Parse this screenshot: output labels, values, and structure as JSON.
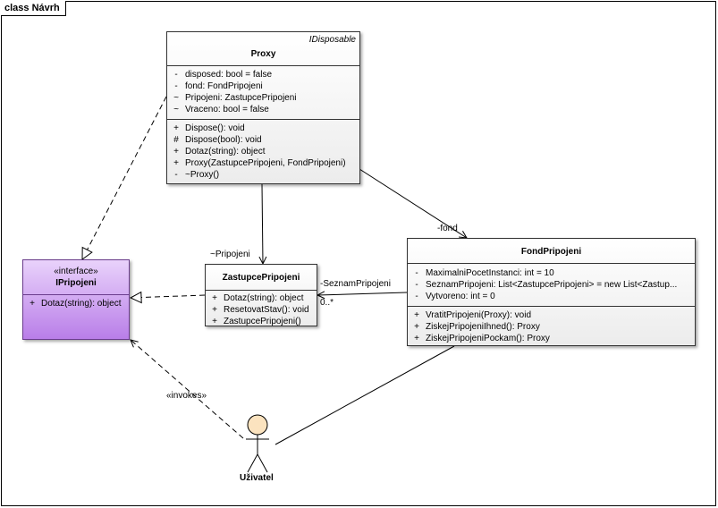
{
  "frame": {
    "title": "class Návrh"
  },
  "classes": {
    "proxy": {
      "name": "Proxy",
      "realizes_tag": "IDisposable",
      "attributes": [
        {
          "vis": "-",
          "text": "disposed: bool = false"
        },
        {
          "vis": "-",
          "text": "fond: FondPripojeni"
        },
        {
          "vis": "~",
          "text": "Pripojeni: ZastupcePripojeni"
        },
        {
          "vis": "~",
          "text": "Vraceno: bool = false"
        }
      ],
      "operations": [
        {
          "vis": "+",
          "text": "Dispose(): void"
        },
        {
          "vis": "#",
          "text": "Dispose(bool): void"
        },
        {
          "vis": "+",
          "text": "Dotaz(string): object"
        },
        {
          "vis": "+",
          "text": "Proxy(ZastupcePripojeni, FondPripojeni)"
        },
        {
          "vis": "-",
          "text": "~Proxy()"
        }
      ]
    },
    "ipripojeni": {
      "stereotype": "«interface»",
      "name": "IPripojeni",
      "operations": [
        {
          "vis": "+",
          "text": "Dotaz(string): object"
        }
      ]
    },
    "zastupce": {
      "name": "ZastupcePripojeni",
      "operations": [
        {
          "vis": "+",
          "text": "Dotaz(string): object"
        },
        {
          "vis": "+",
          "text": "ResetovatStav(): void"
        },
        {
          "vis": "+",
          "text": "ZastupcePripojeni()"
        }
      ]
    },
    "fond": {
      "name": "FondPripojeni",
      "attributes": [
        {
          "vis": "-",
          "text": "MaximalniPocetInstanci: int = 10"
        },
        {
          "vis": "-",
          "text": "SeznamPripojeni: List<ZastupcePripojeni> = new List<Zastup..."
        },
        {
          "vis": "-",
          "text": "Vytvoreno: int = 0"
        }
      ],
      "operations": [
        {
          "vis": "+",
          "text": "VratitPripojeni(Proxy): void"
        },
        {
          "vis": "+",
          "text": "ZiskejPripojeniIhned(): Proxy"
        },
        {
          "vis": "+",
          "text": "ZiskejPripojeniPockam(): Proxy"
        }
      ]
    }
  },
  "actor": {
    "name": "Uživatel"
  },
  "edges": {
    "fond_role": "-fond",
    "pripojeni_role": "~Pripojeni",
    "seznam_role": "-SeznamPripojeni",
    "seznam_mult": "0..*",
    "invokes_label": "«invokes»"
  },
  "colors": {
    "interface_fill_top": "#e9d2fb",
    "interface_fill_bottom": "#b97ee8",
    "actor_head": "#fbe3bf"
  }
}
